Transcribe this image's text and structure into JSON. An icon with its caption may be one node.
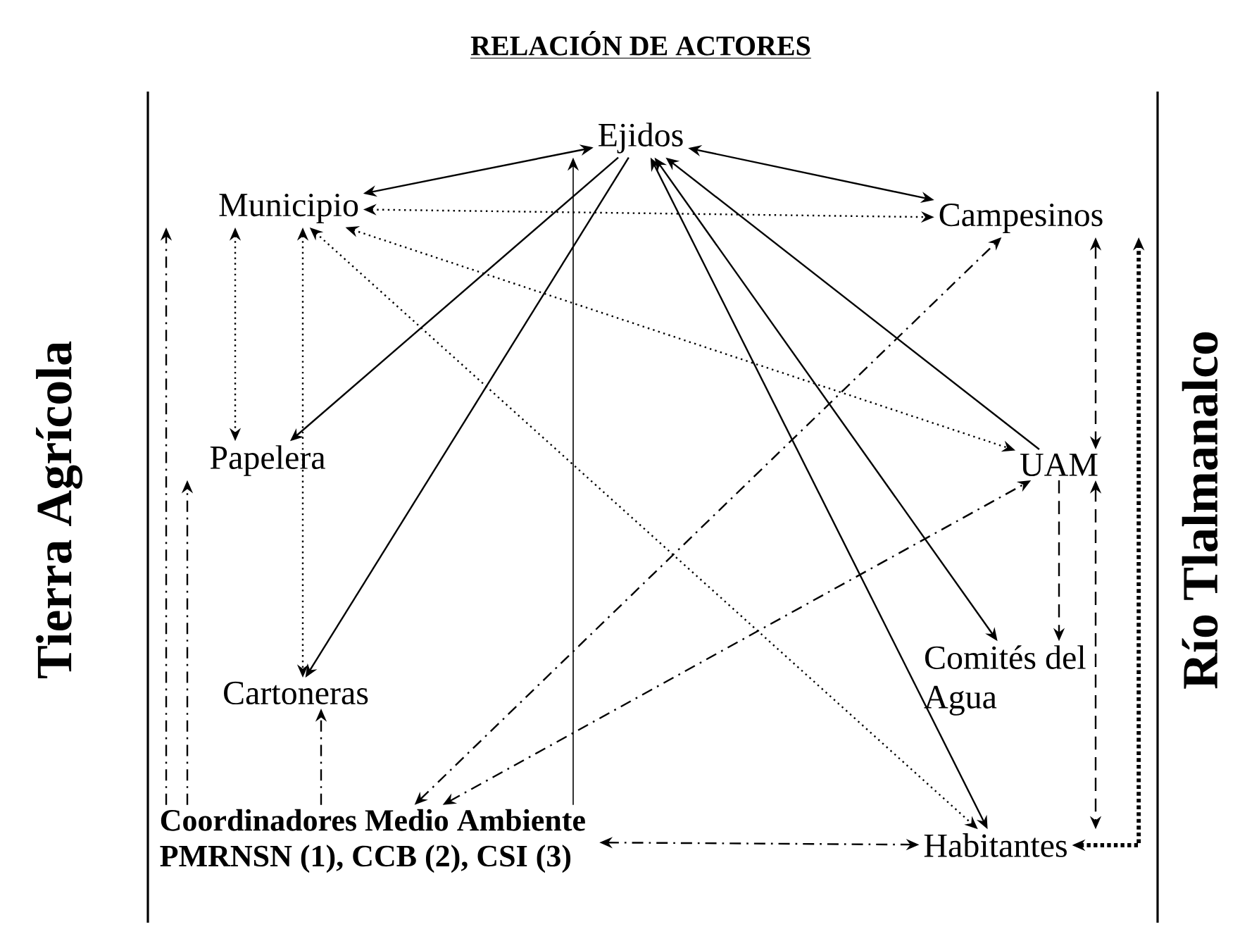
{
  "diagram": {
    "title": "RELACIÓN DE ACTORES",
    "nodes": [
      {
        "text": [
          "Ejidos"
        ]
      },
      {
        "text": [
          "Municipio"
        ]
      },
      {
        "text": [
          "Campesinos"
        ]
      },
      {
        "text": [
          "Papelera"
        ]
      },
      {
        "text": [
          "UAM"
        ]
      },
      {
        "text": [
          "Cartoneras"
        ]
      },
      {
        "text": [
          "Comités del Agua"
        ]
      },
      {
        "text": [
          "Coordinadores Medio Ambiente PMRNSN (1), CCB (2), CSI (3)"
        ]
      },
      {
        "text": [
          "Habitantes"
        ]
      }
    ],
    "edges": [
      {
        "from": 1,
        "to": 0,
        "arrow": "both"
      },
      {
        "from": 0,
        "to": 3,
        "arrow": "to"
      },
      {
        "from": 0,
        "to": 5,
        "arrow": "to"
      },
      {
        "from": 7,
        "to": 0,
        "arrow": "to"
      },
      {
        "from": 0,
        "to": 2,
        "arrow": "both"
      },
      {
        "from": 4,
        "to": 0,
        "arrow": "to"
      },
      {
        "from": 0,
        "to": 6,
        "arrow": "both"
      },
      {
        "from": 0,
        "to": 8,
        "arrow": "both"
      },
      {
        "from": 1,
        "to": 2,
        "arrow": "both",
        "style": "dashed"
      },
      {
        "from": 1,
        "to": 4,
        "arrow": "both",
        "style": "dashed"
      },
      {
        "from": 1,
        "to": 3,
        "arrow": "both",
        "style": "dashed"
      },
      {
        "from": 1,
        "to": 5,
        "arrow": "both",
        "style": "dashed"
      },
      {
        "from": 1,
        "to": 8,
        "arrow": "both",
        "style": "dashed"
      },
      {
        "from": 7,
        "to": 1,
        "arrow": "to",
        "style": "dashed"
      },
      {
        "from": 7,
        "to": 3,
        "arrow": "to",
        "style": "dashed"
      },
      {
        "from": 7,
        "to": 5,
        "arrow": "to",
        "style": "dashed"
      },
      {
        "from": 7,
        "to": 2,
        "arrow": "both",
        "style": "dashed"
      },
      {
        "from": 7,
        "to": 4,
        "arrow": "both",
        "style": "dashed"
      },
      {
        "from": 7,
        "to": 8,
        "arrow": "both",
        "style": "dashed"
      },
      {
        "from": 2,
        "to": 4,
        "arrow": "both",
        "style": "dashed"
      },
      {
        "from": 4,
        "to": 6,
        "arrow": "to",
        "style": "dashed"
      },
      {
        "from": 4,
        "to": 8,
        "arrow": "both",
        "style": "dashed"
      },
      {
        "from": 8,
        "to": 2,
        "arrow": "both",
        "style": "dashed"
      }
    ],
    "labels": [
      "Tierra Agrícola",
      "Río Tlalmanalco"
    ]
  }
}
